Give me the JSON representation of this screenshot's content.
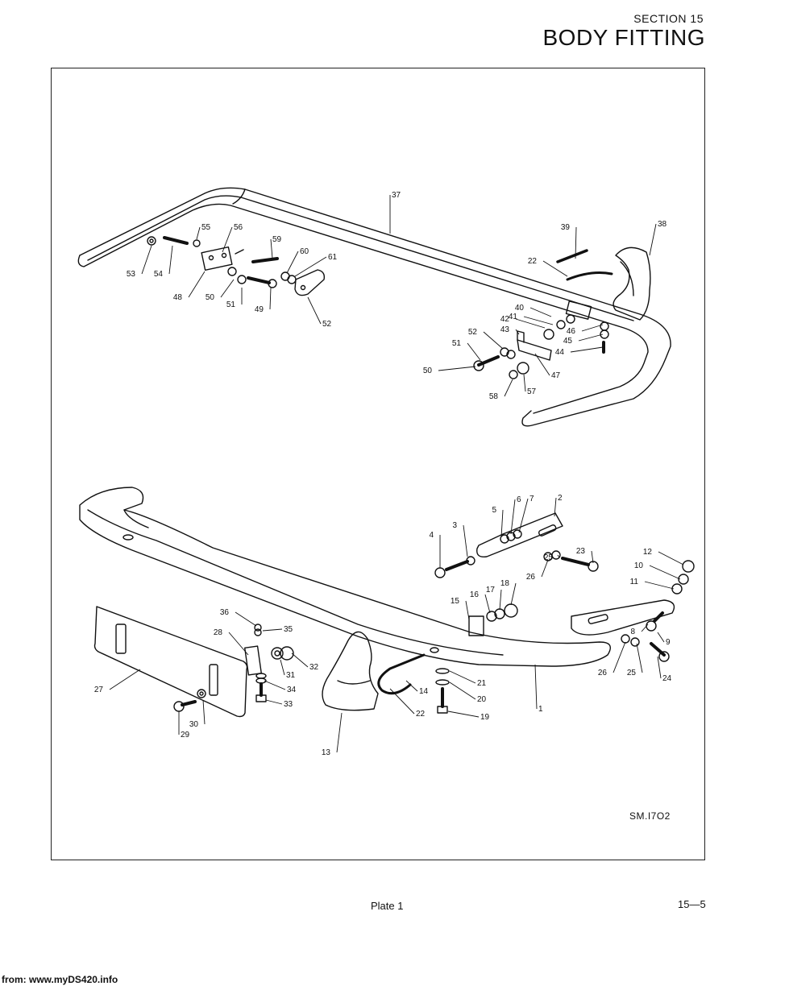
{
  "header": {
    "section": "SECTION 15",
    "title": "BODY FITTING"
  },
  "diagram": {
    "drawing_code": "SM.I7O2",
    "rear_labels": [
      "37",
      "38",
      "39",
      "22",
      "40",
      "41",
      "42",
      "43",
      "44",
      "45",
      "46",
      "47",
      "48",
      "49",
      "50",
      "51",
      "52",
      "53",
      "54",
      "55",
      "56",
      "57",
      "58",
      "59",
      "60",
      "61",
      "50",
      "51",
      "52"
    ],
    "front_labels": [
      "1",
      "2",
      "3",
      "4",
      "5",
      "6",
      "7",
      "8",
      "9",
      "10",
      "11",
      "12",
      "13",
      "14",
      "15",
      "16",
      "17",
      "18",
      "19",
      "20",
      "21",
      "22",
      "23",
      "24",
      "25",
      "26",
      "25",
      "26",
      "27",
      "28",
      "29",
      "30",
      "31",
      "32",
      "33",
      "34",
      "35",
      "36"
    ]
  },
  "footer": {
    "plate": "Plate 1",
    "page": "15—5",
    "source": "from: www.myDS420.info"
  }
}
